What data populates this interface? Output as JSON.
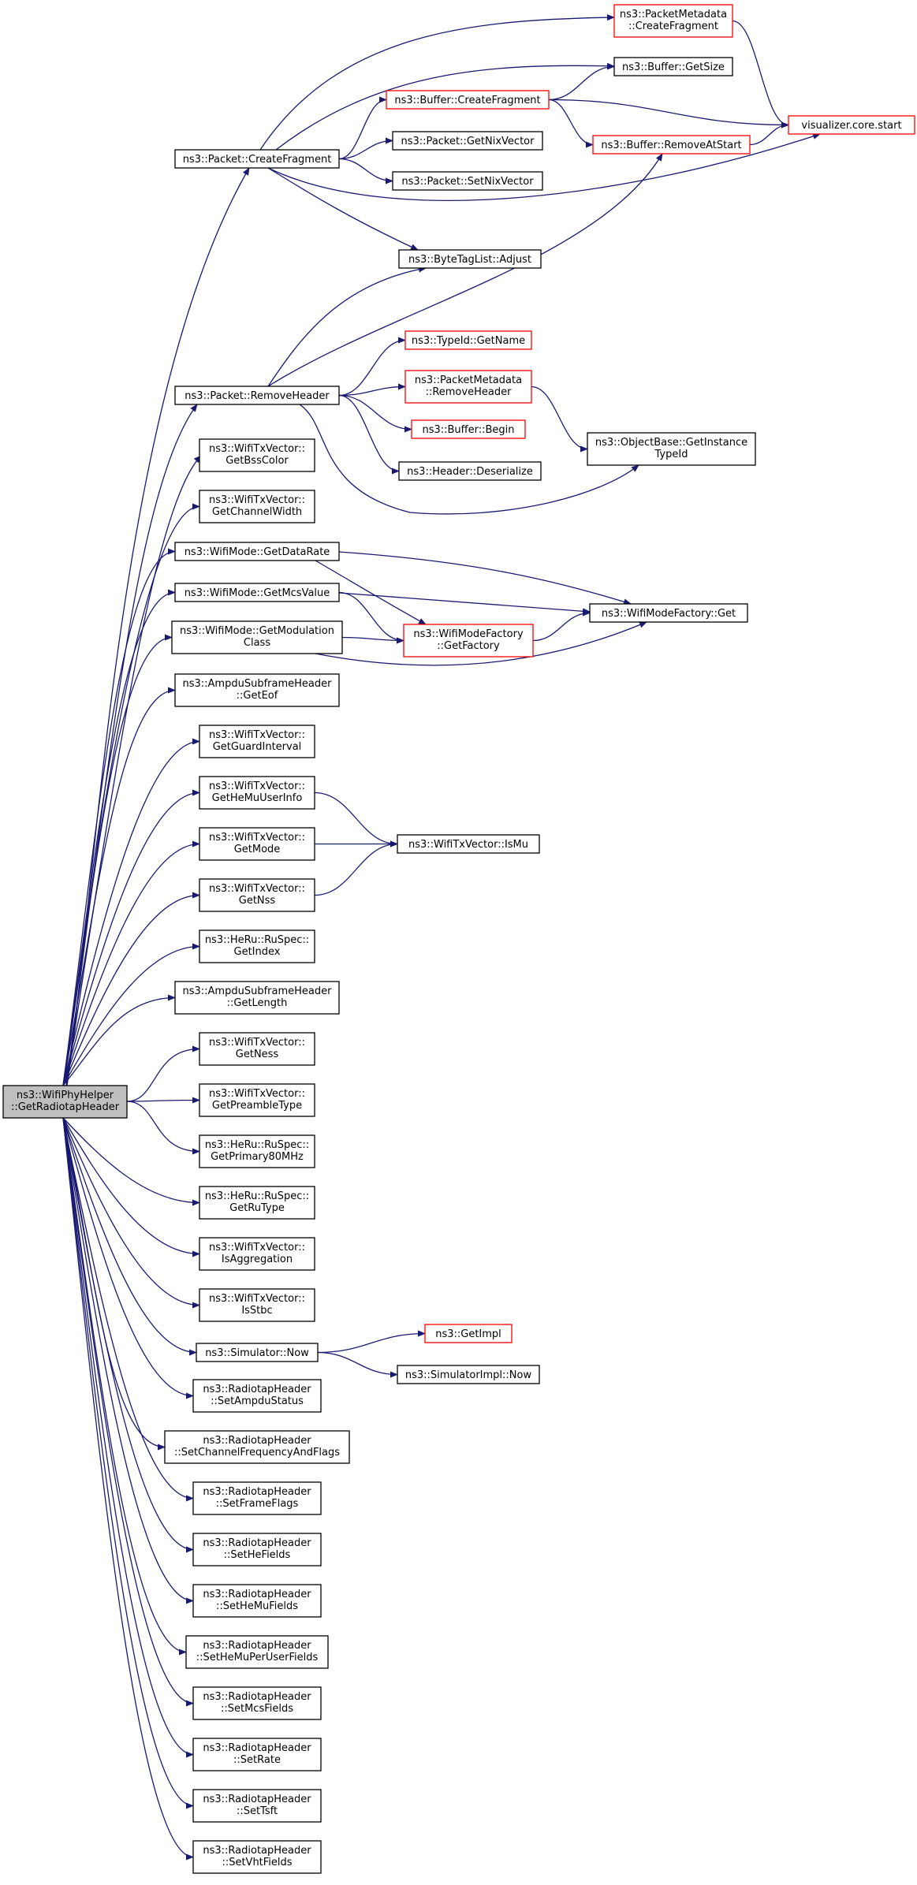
{
  "graph": {
    "colors": {
      "edge": "#191970",
      "node_border": "#000000",
      "highlight_border": "#ff0000",
      "focus_fill": "#bfbfbf"
    },
    "nodes": [
      {
        "id": "root",
        "lines": [
          "ns3::WifiPhyHelper",
          "::GetRadiotapHeader"
        ],
        "style": "focus"
      },
      {
        "id": "pmeta_cf",
        "lines": [
          "ns3::PacketMetadata",
          "::CreateFragment"
        ],
        "style": "red"
      },
      {
        "id": "buf_getsize",
        "lines": [
          "ns3::Buffer::GetSize"
        ],
        "style": "normal"
      },
      {
        "id": "buf_cf",
        "lines": [
          "ns3::Buffer::CreateFragment"
        ],
        "style": "red"
      },
      {
        "id": "viz",
        "lines": [
          "visualizer.core.start"
        ],
        "style": "red"
      },
      {
        "id": "pkt_cf",
        "lines": [
          "ns3::Packet::CreateFragment"
        ],
        "style": "normal"
      },
      {
        "id": "getnix",
        "lines": [
          "ns3::Packet::GetNixVector"
        ],
        "style": "normal"
      },
      {
        "id": "buf_ras",
        "lines": [
          "ns3::Buffer::RemoveAtStart"
        ],
        "style": "red"
      },
      {
        "id": "setnix",
        "lines": [
          "ns3::Packet::SetNixVector"
        ],
        "style": "normal"
      },
      {
        "id": "btl_adjust",
        "lines": [
          "ns3::ByteTagList::Adjust"
        ],
        "style": "normal"
      },
      {
        "id": "typeid_name",
        "lines": [
          "ns3::TypeId::GetName"
        ],
        "style": "red"
      },
      {
        "id": "pkt_rh",
        "lines": [
          "ns3::Packet::RemoveHeader"
        ],
        "style": "normal"
      },
      {
        "id": "pmeta_rh",
        "lines": [
          "ns3::PacketMetadata",
          "::RemoveHeader"
        ],
        "style": "red"
      },
      {
        "id": "buf_begin",
        "lines": [
          "ns3::Buffer::Begin"
        ],
        "style": "red"
      },
      {
        "id": "objbase",
        "lines": [
          "ns3::ObjectBase::GetInstance",
          "TypeId"
        ],
        "style": "normal"
      },
      {
        "id": "hdr_deser",
        "lines": [
          "ns3::Header::Deserialize"
        ],
        "style": "normal"
      },
      {
        "id": "bsscolor",
        "lines": [
          "ns3::WifiTxVector::",
          "GetBssColor"
        ],
        "style": "normal"
      },
      {
        "id": "chanwidth",
        "lines": [
          "ns3::WifiTxVector::",
          "GetChannelWidth"
        ],
        "style": "normal"
      },
      {
        "id": "datarate",
        "lines": [
          "ns3::WifiMode::GetDataRate"
        ],
        "style": "normal"
      },
      {
        "id": "mcsvalue",
        "lines": [
          "ns3::WifiMode::GetMcsValue"
        ],
        "style": "normal"
      },
      {
        "id": "wmf_get",
        "lines": [
          "ns3::WifiModeFactory::Get"
        ],
        "style": "normal"
      },
      {
        "id": "modclass",
        "lines": [
          "ns3::WifiMode::GetModulation",
          "Class"
        ],
        "style": "normal"
      },
      {
        "id": "wmf_gf",
        "lines": [
          "ns3::WifiModeFactory",
          "::GetFactory"
        ],
        "style": "red"
      },
      {
        "id": "geteof",
        "lines": [
          "ns3::AmpduSubframeHeader",
          "::GetEof"
        ],
        "style": "normal"
      },
      {
        "id": "guardint",
        "lines": [
          "ns3::WifiTxVector::",
          "GetGuardInterval"
        ],
        "style": "normal"
      },
      {
        "id": "hemuuser",
        "lines": [
          "ns3::WifiTxVector::",
          "GetHeMuUserInfo"
        ],
        "style": "normal"
      },
      {
        "id": "getmode",
        "lines": [
          "ns3::WifiTxVector::",
          "GetMode"
        ],
        "style": "normal"
      },
      {
        "id": "ismu",
        "lines": [
          "ns3::WifiTxVector::IsMu"
        ],
        "style": "normal"
      },
      {
        "id": "getnss",
        "lines": [
          "ns3::WifiTxVector::",
          "GetNss"
        ],
        "style": "normal"
      },
      {
        "id": "ru_index",
        "lines": [
          "ns3::HeRu::RuSpec::",
          "GetIndex"
        ],
        "style": "normal"
      },
      {
        "id": "getlength",
        "lines": [
          "ns3::AmpduSubframeHeader",
          "::GetLength"
        ],
        "style": "normal"
      },
      {
        "id": "getness",
        "lines": [
          "ns3::WifiTxVector::",
          "GetNess"
        ],
        "style": "normal"
      },
      {
        "id": "preamble",
        "lines": [
          "ns3::WifiTxVector::",
          "GetPreambleType"
        ],
        "style": "normal"
      },
      {
        "id": "primary80",
        "lines": [
          "ns3::HeRu::RuSpec::",
          "GetPrimary80MHz"
        ],
        "style": "normal"
      },
      {
        "id": "rutype",
        "lines": [
          "ns3::HeRu::RuSpec::",
          "GetRuType"
        ],
        "style": "normal"
      },
      {
        "id": "isagg",
        "lines": [
          "ns3::WifiTxVector::",
          "IsAggregation"
        ],
        "style": "normal"
      },
      {
        "id": "isstbc",
        "lines": [
          "ns3::WifiTxVector::",
          "IsStbc"
        ],
        "style": "normal"
      },
      {
        "id": "getimpl",
        "lines": [
          "ns3::GetImpl"
        ],
        "style": "red"
      },
      {
        "id": "simnow",
        "lines": [
          "ns3::Simulator::Now"
        ],
        "style": "normal"
      },
      {
        "id": "simimplnow",
        "lines": [
          "ns3::SimulatorImpl::Now"
        ],
        "style": "normal"
      },
      {
        "id": "ampdustatus",
        "lines": [
          "ns3::RadiotapHeader",
          "::SetAmpduStatus"
        ],
        "style": "normal"
      },
      {
        "id": "chanfreq",
        "lines": [
          "ns3::RadiotapHeader",
          "::SetChannelFrequencyAndFlags"
        ],
        "style": "normal"
      },
      {
        "id": "frameflags",
        "lines": [
          "ns3::RadiotapHeader",
          "::SetFrameFlags"
        ],
        "style": "normal"
      },
      {
        "id": "hefields",
        "lines": [
          "ns3::RadiotapHeader",
          "::SetHeFields"
        ],
        "style": "normal"
      },
      {
        "id": "hemufields",
        "lines": [
          "ns3::RadiotapHeader",
          "::SetHeMuFields"
        ],
        "style": "normal"
      },
      {
        "id": "hemuper",
        "lines": [
          "ns3::RadiotapHeader",
          "::SetHeMuPerUserFields"
        ],
        "style": "normal"
      },
      {
        "id": "mcsfields",
        "lines": [
          "ns3::RadiotapHeader",
          "::SetMcsFields"
        ],
        "style": "normal"
      },
      {
        "id": "setrate",
        "lines": [
          "ns3::RadiotapHeader",
          "::SetRate"
        ],
        "style": "normal"
      },
      {
        "id": "settsft",
        "lines": [
          "ns3::RadiotapHeader",
          "::SetTsft"
        ],
        "style": "normal"
      },
      {
        "id": "vhtfields",
        "lines": [
          "ns3::RadiotapHeader",
          "::SetVhtFields"
        ],
        "style": "normal"
      }
    ],
    "edges": [
      [
        "root",
        "pkt_cf"
      ],
      [
        "root",
        "pkt_rh"
      ],
      [
        "root",
        "bsscolor"
      ],
      [
        "root",
        "chanwidth"
      ],
      [
        "root",
        "datarate"
      ],
      [
        "root",
        "mcsvalue"
      ],
      [
        "root",
        "modclass"
      ],
      [
        "root",
        "geteof"
      ],
      [
        "root",
        "guardint"
      ],
      [
        "root",
        "hemuuser"
      ],
      [
        "root",
        "getmode"
      ],
      [
        "root",
        "getnss"
      ],
      [
        "root",
        "ru_index"
      ],
      [
        "root",
        "getlength"
      ],
      [
        "root",
        "getness"
      ],
      [
        "root",
        "preamble"
      ],
      [
        "root",
        "primary80"
      ],
      [
        "root",
        "rutype"
      ],
      [
        "root",
        "isagg"
      ],
      [
        "root",
        "isstbc"
      ],
      [
        "root",
        "simnow"
      ],
      [
        "root",
        "ampdustatus"
      ],
      [
        "root",
        "chanfreq"
      ],
      [
        "root",
        "frameflags"
      ],
      [
        "root",
        "hefields"
      ],
      [
        "root",
        "hemufields"
      ],
      [
        "root",
        "hemuper"
      ],
      [
        "root",
        "mcsfields"
      ],
      [
        "root",
        "setrate"
      ],
      [
        "root",
        "settsft"
      ],
      [
        "root",
        "vhtfields"
      ],
      [
        "pkt_cf",
        "pmeta_cf"
      ],
      [
        "pkt_cf",
        "buf_getsize"
      ],
      [
        "pkt_cf",
        "buf_cf"
      ],
      [
        "pkt_cf",
        "getnix"
      ],
      [
        "pkt_cf",
        "setnix"
      ],
      [
        "pkt_cf",
        "viz"
      ],
      [
        "pkt_cf",
        "btl_adjust"
      ],
      [
        "pmeta_cf",
        "viz"
      ],
      [
        "buf_cf",
        "buf_getsize"
      ],
      [
        "buf_cf",
        "buf_ras"
      ],
      [
        "buf_cf",
        "viz"
      ],
      [
        "buf_ras",
        "viz"
      ],
      [
        "pkt_rh",
        "btl_adjust"
      ],
      [
        "pkt_rh",
        "buf_ras"
      ],
      [
        "pkt_rh",
        "typeid_name"
      ],
      [
        "pkt_rh",
        "pmeta_rh"
      ],
      [
        "pkt_rh",
        "buf_begin"
      ],
      [
        "pkt_rh",
        "hdr_deser"
      ],
      [
        "pkt_rh",
        "objbase"
      ],
      [
        "pmeta_rh",
        "objbase"
      ],
      [
        "datarate",
        "wmf_get"
      ],
      [
        "datarate",
        "wmf_gf"
      ],
      [
        "mcsvalue",
        "wmf_get"
      ],
      [
        "mcsvalue",
        "wmf_gf"
      ],
      [
        "modclass",
        "wmf_gf"
      ],
      [
        "modclass",
        "wmf_get"
      ],
      [
        "wmf_gf",
        "wmf_get"
      ],
      [
        "hemuuser",
        "ismu"
      ],
      [
        "getmode",
        "ismu"
      ],
      [
        "getnss",
        "ismu"
      ],
      [
        "simnow",
        "getimpl"
      ],
      [
        "simnow",
        "simimplnow"
      ]
    ]
  }
}
